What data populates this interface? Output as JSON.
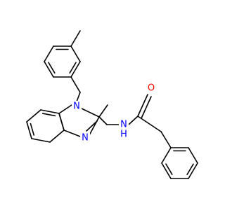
{
  "molecule": {
    "atom_labels": {
      "n1": "N",
      "n3": "N",
      "n_amide": "N",
      "h_amide": "H",
      "o_carbonyl": "O"
    },
    "colors": {
      "bond": "#000000",
      "nitrogen": "#0000ff",
      "oxygen": "#ff0000",
      "background": "#ffffff"
    }
  }
}
